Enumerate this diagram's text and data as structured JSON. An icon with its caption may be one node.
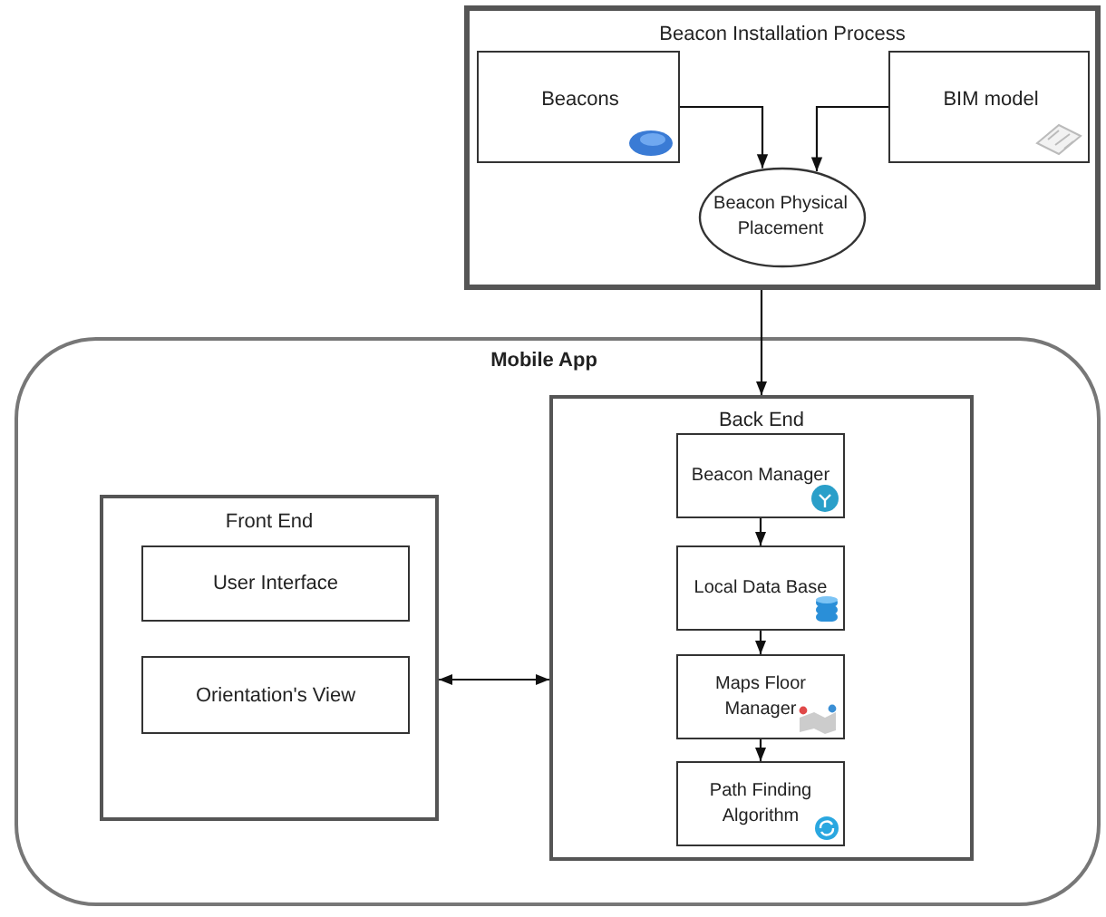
{
  "diagram": {
    "nodes": [
      {
        "text": [
          "Beacon Installation Process"
        ]
      },
      {
        "text": [
          "Beacons"
        ],
        "in": 0
      },
      {
        "text": [
          "BIM model"
        ],
        "in": 0
      },
      {
        "text": [
          "Beacon Physical Placement"
        ],
        "in": 0
      },
      {
        "text": [
          "Mobile App"
        ]
      },
      {
        "text": [
          "Front End"
        ],
        "in": 4
      },
      {
        "text": [
          "User Interface"
        ],
        "in": 5
      },
      {
        "text": [
          "Orientation's View"
        ],
        "in": 5
      },
      {
        "text": [
          "Back End"
        ],
        "in": 4
      },
      {
        "text": [
          "Beacon Manager"
        ],
        "in": 8
      },
      {
        "text": [
          "Local Data Base"
        ],
        "in": 8
      },
      {
        "text": [
          "Maps Floor Manager"
        ],
        "in": 8
      },
      {
        "text": [
          "Path Finding Algorithm"
        ],
        "in": 8
      }
    ],
    "edges": [
      {
        "from": 1,
        "to": 3,
        "arrow": "to"
      },
      {
        "from": 2,
        "to": 3,
        "arrow": "to"
      },
      {
        "from": 0,
        "to": 8,
        "arrow": "to"
      },
      {
        "from": 5,
        "to": 8,
        "arrow": "both"
      },
      {
        "from": 9,
        "to": 10,
        "arrow": "to"
      },
      {
        "from": 10,
        "to": 11,
        "arrow": "to"
      },
      {
        "from": 11,
        "to": 12,
        "arrow": "to"
      }
    ]
  }
}
